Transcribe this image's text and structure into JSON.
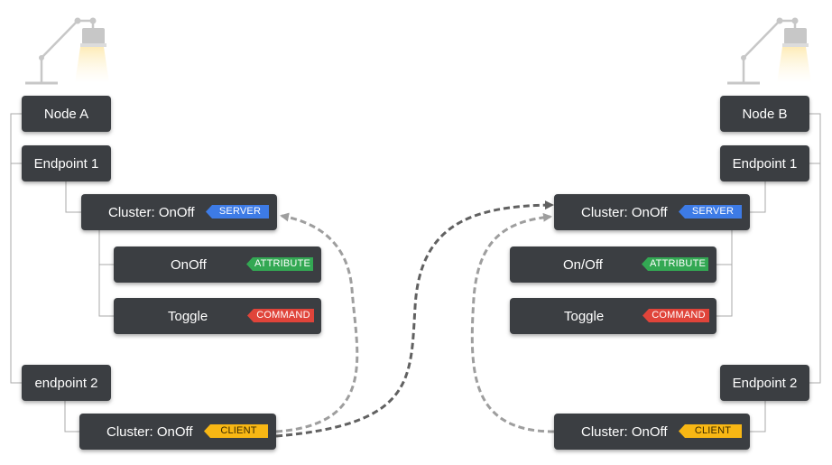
{
  "colors": {
    "box": "#3b3e42",
    "server": "#3d7be6",
    "attribute": "#33a853",
    "command": "#e0443a",
    "client": "#f8b714",
    "line": "#9e9e9e",
    "arrow_dark": "#616161",
    "arrow_light": "#9e9e9e"
  },
  "icons": [
    "lamp-icon",
    "lamp-icon"
  ],
  "node_a": {
    "title": "Node A",
    "endpoint1": "Endpoint 1",
    "cluster_server": "Cluster: OnOff",
    "server_tag": "SERVER",
    "onoff": "OnOff",
    "attribute_tag": "ATTRIBUTE",
    "toggle": "Toggle",
    "command_tag": "COMMAND",
    "endpoint2": "endpoint 2",
    "cluster_client": "Cluster: OnOff",
    "client_tag": "CLIENT"
  },
  "node_b": {
    "title": "Node B",
    "endpoint1": "Endpoint 1",
    "cluster_server": "Cluster: OnOff",
    "server_tag": "SERVER",
    "onoff": "On/Off",
    "attribute_tag": "ATTRIBUTE",
    "toggle": "Toggle",
    "command_tag": "COMMAND",
    "endpoint2": "Endpoint 2",
    "cluster_client": "Cluster: OnOff",
    "client_tag": "CLIENT"
  }
}
